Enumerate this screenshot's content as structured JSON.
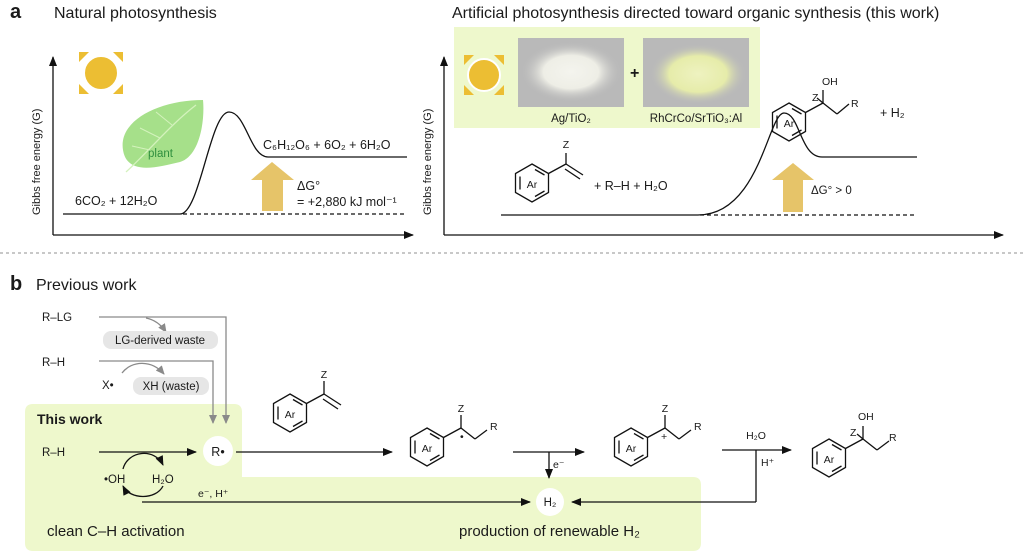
{
  "panel_a": {
    "letter": "a",
    "left": {
      "title": "Natural photosynthesis",
      "y_axis_label": "Gibbs free energy (G)",
      "reactants": "6CO₂ + 12H₂O",
      "products": "C₆H₁₂O₆ + 6O₂ + 6H₂O",
      "leaf_label": "plant",
      "delta_g_label": "ΔG°",
      "delta_g_value": "= +2,880 kJ mol⁻¹"
    },
    "right": {
      "title": "Artificial photosynthesis directed toward organic synthesis (this work)",
      "y_axis_label": "Gibbs free energy (G)",
      "catalyst_1": "Ag/TiO₂",
      "catalyst_2": "RhCrCo/SrTiO₃:Al",
      "plus": "+",
      "reactant_sub_z": "Z",
      "reactant_ring": "Ar",
      "reactants_rest": "+   R–H   +   H₂O",
      "product_z": "Z",
      "product_oh": "OH",
      "product_r": "R",
      "product_ring": "Ar",
      "product_h2": "+   H₂",
      "delta_g": "ΔG° > 0"
    }
  },
  "panel_b": {
    "letter": "b",
    "previous_work_title": "Previous work",
    "r_lg": "R–LG",
    "lg_waste": "LG-derived waste",
    "r_h_prev": "R–H",
    "x_radical": "X•",
    "xh_waste": "XH (waste)",
    "this_work_title": "This work",
    "r_h": "R–H",
    "oh_radical": "•OH",
    "h2o": "H₂O",
    "r_radical": "R•",
    "e_h": "e⁻, H⁺",
    "clean_ch": "clean C–H activation",
    "h2": "H₂",
    "renewable_h2": "production of renewable H₂",
    "e_minus": "e⁻",
    "h2o_step": "H₂O",
    "h_plus": "H⁺",
    "ring": "Ar",
    "z": "Z",
    "r": "R",
    "oh": "OH",
    "plus_charge": "+",
    "radical_dot": "•"
  },
  "colors": {
    "highlight_green": "#eef8cc",
    "sun": "#ecbe33",
    "arrow_gold": "#e6c469",
    "leaf": "#a6e08a",
    "leaf_text": "#2f8f3e",
    "waste_pill": "#e6e6e6"
  }
}
